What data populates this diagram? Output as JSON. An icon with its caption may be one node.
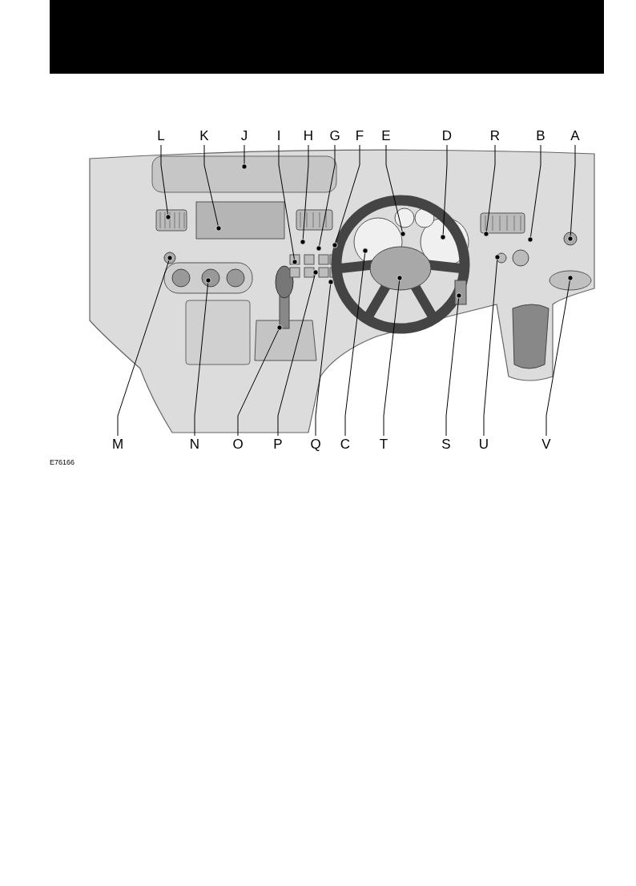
{
  "diagram": {
    "nodes": [
      {
        "text": [
          "L"
        ]
      },
      {
        "text": [
          "K"
        ]
      },
      {
        "text": [
          "J"
        ]
      },
      {
        "text": [
          "I"
        ]
      },
      {
        "text": [
          "H"
        ]
      },
      {
        "text": [
          "G"
        ]
      },
      {
        "text": [
          "F"
        ]
      },
      {
        "text": [
          "E"
        ]
      },
      {
        "text": [
          "D"
        ]
      },
      {
        "text": [
          "R"
        ]
      },
      {
        "text": [
          "B"
        ]
      },
      {
        "text": [
          "A"
        ]
      },
      {
        "text": [
          "M"
        ]
      },
      {
        "text": [
          "N"
        ]
      },
      {
        "text": [
          "O"
        ]
      },
      {
        "text": [
          "P"
        ]
      },
      {
        "text": [
          "Q"
        ]
      },
      {
        "text": [
          "C"
        ]
      },
      {
        "text": [
          "T"
        ]
      },
      {
        "text": [
          "S"
        ]
      },
      {
        "text": [
          "U"
        ]
      },
      {
        "text": [
          "V"
        ]
      }
    ],
    "edges": [
      {
        "from": 0,
        "to": null,
        "arrow": "other"
      },
      {
        "from": 1,
        "to": null,
        "arrow": "other"
      },
      {
        "from": 2,
        "to": null,
        "arrow": "other"
      },
      {
        "from": 3,
        "to": null,
        "arrow": "other"
      },
      {
        "from": 4,
        "to": null,
        "arrow": "other"
      },
      {
        "from": 5,
        "to": null,
        "arrow": "other"
      },
      {
        "from": 6,
        "to": null,
        "arrow": "other"
      },
      {
        "from": 7,
        "to": null,
        "arrow": "other"
      },
      {
        "from": 8,
        "to": null,
        "arrow": "other"
      },
      {
        "from": 9,
        "to": null,
        "arrow": "other"
      },
      {
        "from": 10,
        "to": null,
        "arrow": "other"
      },
      {
        "from": 11,
        "to": null,
        "arrow": "other"
      },
      {
        "from": 12,
        "to": null,
        "arrow": "other"
      },
      {
        "from": 13,
        "to": null,
        "arrow": "other"
      },
      {
        "from": 14,
        "to": null,
        "arrow": "other"
      },
      {
        "from": 15,
        "to": null,
        "arrow": "other"
      },
      {
        "from": 16,
        "to": null,
        "arrow": "other"
      },
      {
        "from": 17,
        "to": null,
        "arrow": "other"
      },
      {
        "from": 18,
        "to": null,
        "arrow": "other"
      },
      {
        "from": 19,
        "to": null,
        "arrow": "other"
      },
      {
        "from": 20,
        "to": null,
        "arrow": "other"
      },
      {
        "from": 21,
        "to": null,
        "arrow": "other"
      }
    ],
    "labels": [
      "E76166"
    ]
  }
}
